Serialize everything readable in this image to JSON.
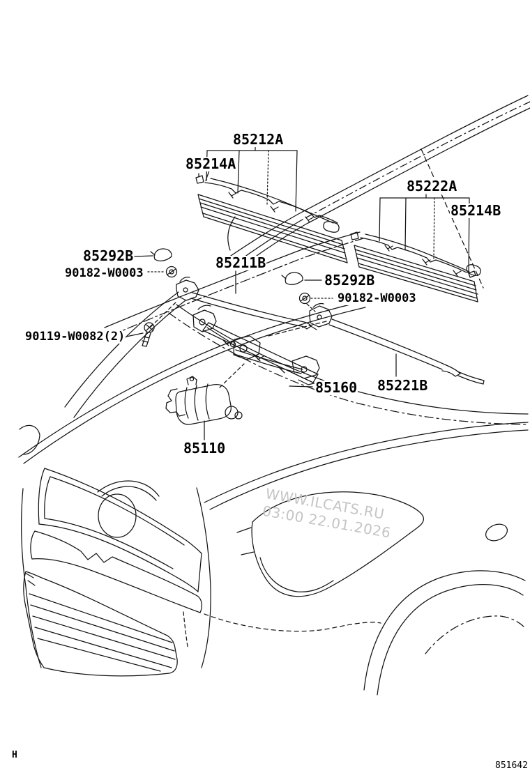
{
  "diagram": {
    "figure_number": "851642",
    "corner_mark": "H",
    "watermark": {
      "line1": "WWW.ILCATS.RU",
      "line2": "03:00 22.01.2026"
    },
    "colors": {
      "line": "#141414",
      "watermark": "#c5c5c5",
      "background": "#ffffff"
    },
    "parts": [
      {
        "part_number": "85212A"
      },
      {
        "part_number": "85214A"
      },
      {
        "part_number": "85222A"
      },
      {
        "part_number": "85214B"
      },
      {
        "part_number": "85292B"
      },
      {
        "part_number": "90182-W0003"
      },
      {
        "part_number": "85211B"
      },
      {
        "part_number": "85292B"
      },
      {
        "part_number": "90182-W0003"
      },
      {
        "part_number": "90119-W0082(2)"
      },
      {
        "part_number": "85160"
      },
      {
        "part_number": "85221B"
      },
      {
        "part_number": "85110"
      }
    ]
  }
}
